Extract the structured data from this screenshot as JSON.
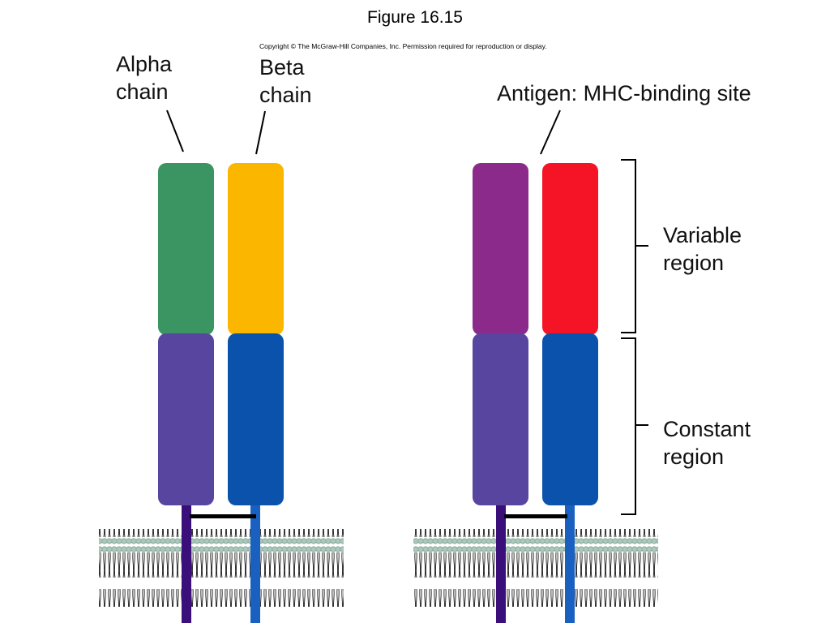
{
  "figure": {
    "title": "Figure 16.15",
    "copyright": "Copyright © The McGraw-Hill Companies, Inc. Permission required for reproduction or display."
  },
  "left_receptor": {
    "alpha_label_line1": "Alpha",
    "alpha_label_line2": "chain",
    "beta_label_line1": "Beta",
    "beta_label_line2": "chain",
    "colors": {
      "alpha_variable": "#3b9563",
      "beta_variable": "#fbb600",
      "alpha_constant": "#5845a0",
      "beta_constant": "#0b52ad"
    }
  },
  "right_receptor": {
    "binding_site_label": "Antigen: MHC-binding site",
    "variable_label_line1": "Variable",
    "variable_label_line2": "region",
    "constant_label_line1": "Constant",
    "constant_label_line2": "region",
    "colors": {
      "alpha_variable": "#8b2a8b",
      "beta_variable": "#f51326",
      "alpha_constant": "#5845a0",
      "beta_constant": "#0b52ad"
    }
  },
  "membrane": {
    "head_color": "#a9c9bb",
    "tail_color": "#1c1c1c",
    "anchor_alpha_color": "#3a0f7a",
    "anchor_beta_color": "#1a60c0"
  }
}
